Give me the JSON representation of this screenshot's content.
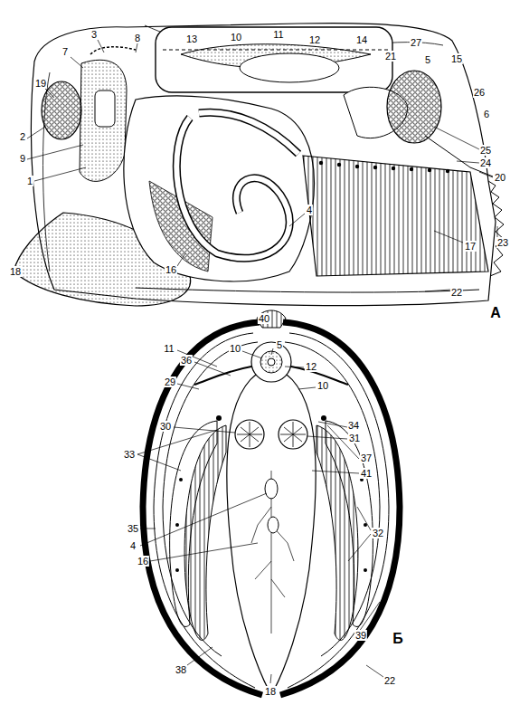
{
  "diagram": {
    "labels": [
      "19",
      "7",
      "3",
      "8",
      "13",
      "10",
      "11",
      "12",
      "14",
      "27",
      "21",
      "5",
      "15",
      "26",
      "6",
      "25",
      "24",
      "20",
      "23",
      "2",
      "9",
      "1",
      "18",
      "16",
      "4",
      "17",
      "22",
      "А",
      "40",
      "11",
      "36",
      "10",
      "5",
      "12",
      "29",
      "10",
      "30",
      "34",
      "31",
      "37",
      "33",
      "41",
      "35",
      "32",
      "4",
      "16",
      "38",
      "39",
      "18",
      "22",
      "Б"
    ]
  }
}
